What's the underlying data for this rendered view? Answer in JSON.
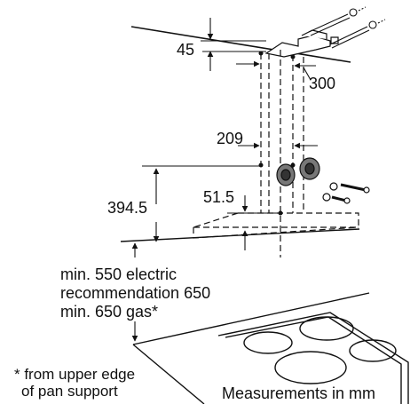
{
  "dimensions": {
    "d45": "45",
    "d300": "300",
    "d209": "209",
    "d394": "394.5",
    "d51": "51.5"
  },
  "clearance": {
    "line1": "min. 550 electric",
    "line2": "recommendation 650",
    "line3": "min. 650 gas*"
  },
  "footnote": {
    "line1": "* from upper edge",
    "line2": "of pan support"
  },
  "units_note": "Measurements in mm"
}
